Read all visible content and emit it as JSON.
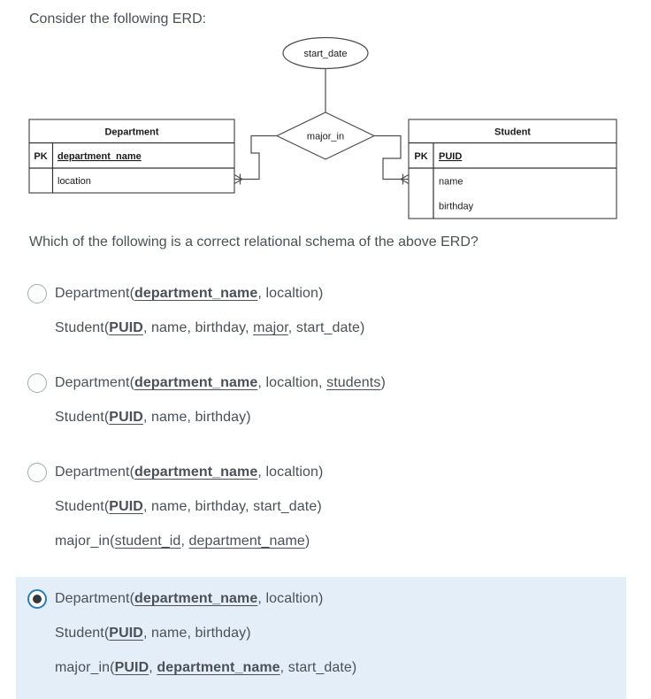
{
  "page": {
    "intro": "Consider the following ERD:",
    "question": "Which of the following is a correct relational schema of the above ERD?"
  },
  "diagram": {
    "attribute_label": "start_date",
    "relationship_label": "major_in",
    "department": {
      "title": "Department",
      "pk_label": "PK",
      "pk_field": "department_name",
      "fields": [
        "location"
      ]
    },
    "student": {
      "title": "Student",
      "pk_label": "PK",
      "pk_field": "PUID",
      "fields": [
        "name",
        "birthday"
      ]
    }
  },
  "options": [
    {
      "selected": false,
      "lines": [
        [
          {
            "t": "Department("
          },
          {
            "t": "department_name",
            "b": true,
            "u": true
          },
          {
            "t": ", localtion)"
          }
        ],
        [
          {
            "t": "Student("
          },
          {
            "t": "PUID",
            "b": true,
            "u": true
          },
          {
            "t": ", name, birthday, "
          },
          {
            "t": "major",
            "u": true
          },
          {
            "t": ", start_date)"
          }
        ]
      ]
    },
    {
      "selected": false,
      "lines": [
        [
          {
            "t": "Department("
          },
          {
            "t": "department_name",
            "b": true,
            "u": true
          },
          {
            "t": ", localtion, "
          },
          {
            "t": "students",
            "u": true
          },
          {
            "t": ")"
          }
        ],
        [
          {
            "t": "Student("
          },
          {
            "t": "PUID",
            "b": true,
            "u": true
          },
          {
            "t": ", name, birthday)"
          }
        ]
      ]
    },
    {
      "selected": false,
      "lines": [
        [
          {
            "t": "Department("
          },
          {
            "t": "department_name",
            "b": true,
            "u": true
          },
          {
            "t": ", localtion)"
          }
        ],
        [
          {
            "t": "Student("
          },
          {
            "t": "PUID",
            "b": true,
            "u": true
          },
          {
            "t": ", name, birthday, start_date)"
          }
        ],
        [
          {
            "t": "major_in("
          },
          {
            "t": "student_id",
            "u": true
          },
          {
            "t": ", "
          },
          {
            "t": "department_name",
            "u": true
          },
          {
            "t": ")"
          }
        ]
      ]
    },
    {
      "selected": true,
      "lines": [
        [
          {
            "t": "Department("
          },
          {
            "t": "department_name",
            "b": true,
            "u": true
          },
          {
            "t": ", localtion)"
          }
        ],
        [
          {
            "t": "Student("
          },
          {
            "t": "PUID",
            "b": true,
            "u": true
          },
          {
            "t": ", name, birthday)"
          }
        ],
        [
          {
            "t": "major_in("
          },
          {
            "t": "PUID",
            "b": true,
            "u": true
          },
          {
            "t": ", "
          },
          {
            "t": "department_name",
            "b": true,
            "u": true
          },
          {
            "t": ", start_date)"
          }
        ]
      ]
    }
  ],
  "colors": {
    "highlight": "#e3eef9",
    "radio_selected_border": "#2d7cb8",
    "radio_dot": "#34383c",
    "text": "#4a5056"
  }
}
